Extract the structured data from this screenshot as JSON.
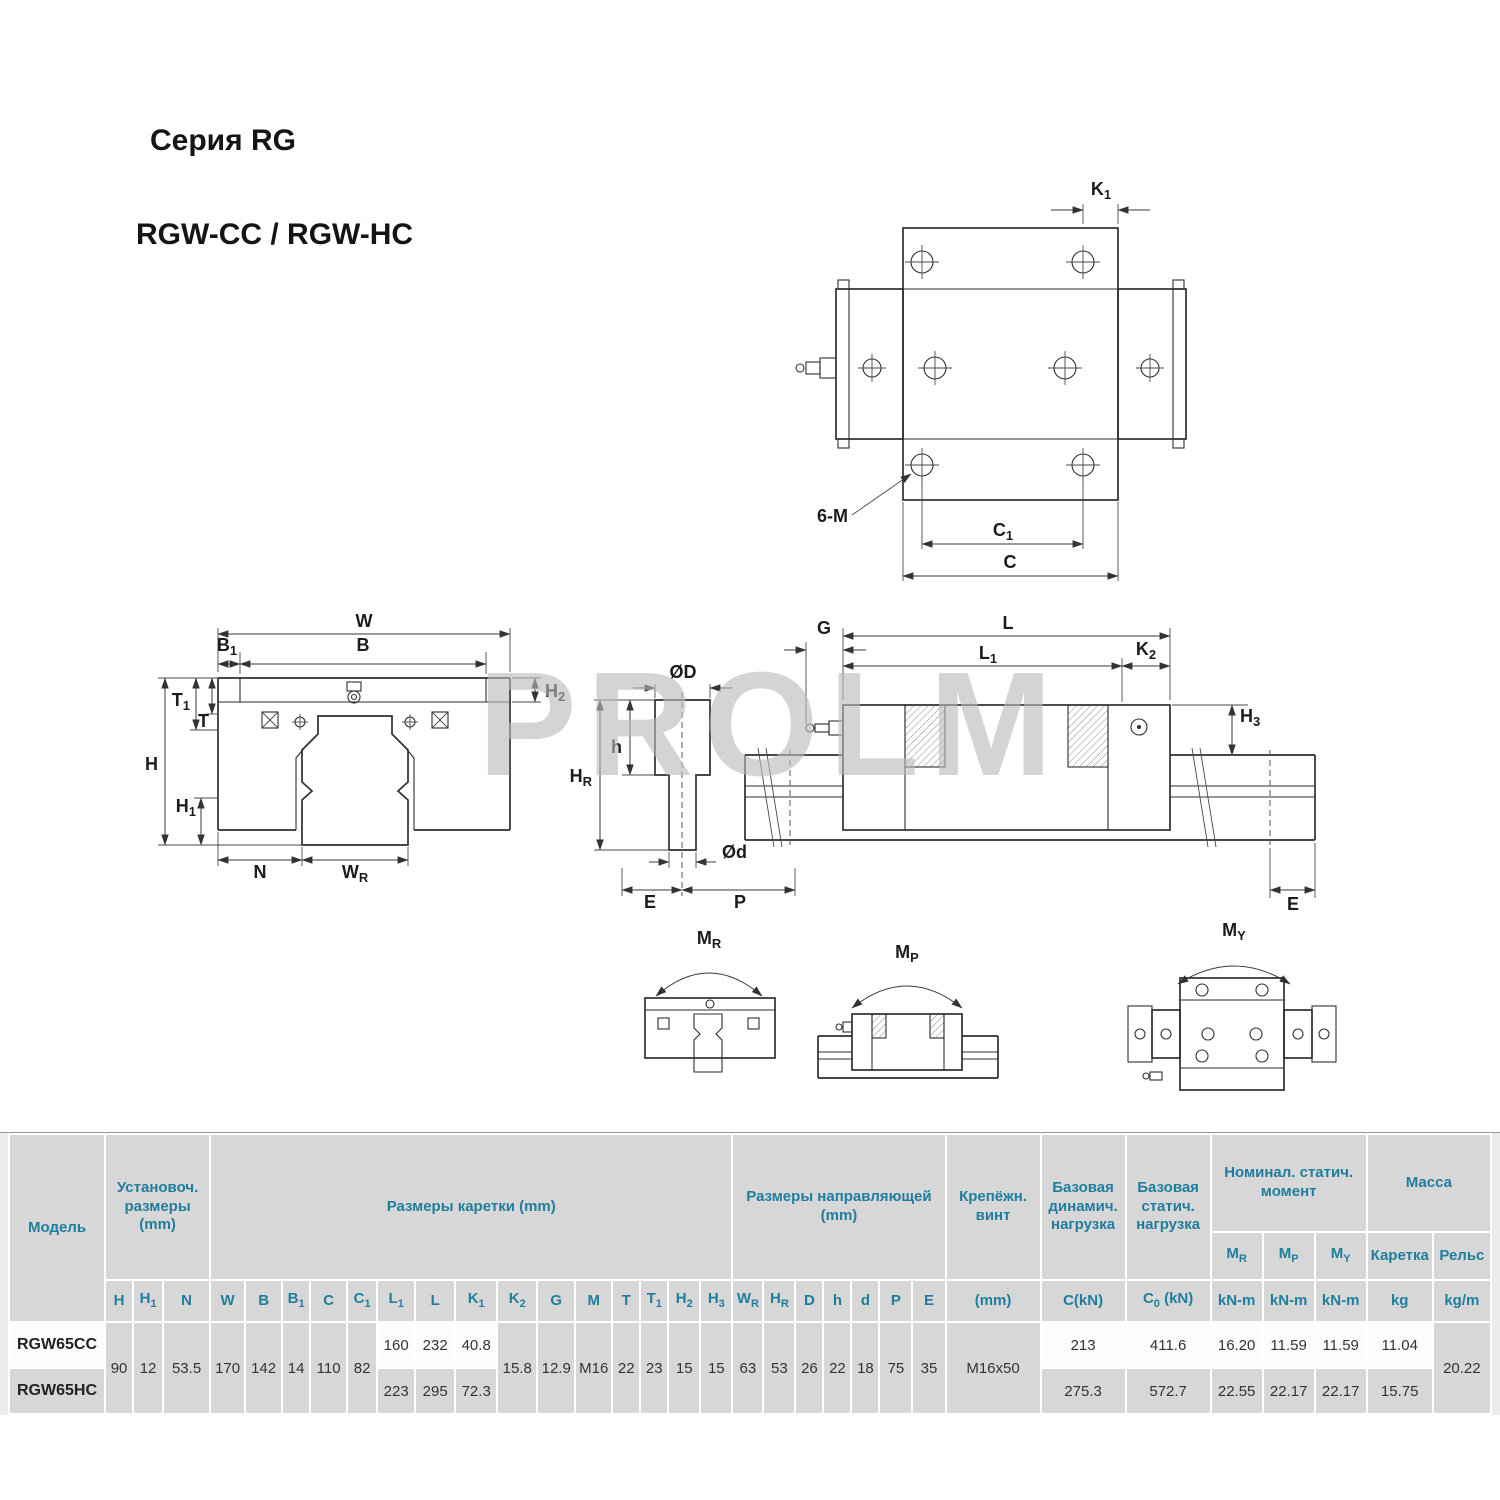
{
  "header": {
    "series_title": "Серия RG",
    "model_title": "RGW-CC / RGW-HC",
    "watermark": "PROLM"
  },
  "drawing": {
    "top": {
      "k1": "K_1",
      "m6": "6-M",
      "c1": "C_1",
      "c": "C"
    },
    "front": {
      "w": "W",
      "b1": "B_1",
      "b": "B",
      "h2": "H_2",
      "t1": "T_1",
      "t": "T",
      "h": "H",
      "h1": "H_1",
      "n": "N",
      "wr": "W_R"
    },
    "side": {
      "od": "ØD",
      "h": "h",
      "hr": "H_R",
      "odd": "Ød",
      "e": "E",
      "p": "P",
      "g": "G",
      "l": "L",
      "l1": "L_1",
      "k2": "K_2",
      "h3": "H_3",
      "e2": "E"
    },
    "moments": {
      "mr": "M_R",
      "mp": "M_P",
      "my": "M_Y"
    }
  },
  "table": {
    "model_header": "Модель",
    "model_col_width": 96,
    "groups": [
      {
        "label": "Установоч.\nразмеры\n(mm)",
        "span": 3
      },
      {
        "label": "Размеры каретки (mm)",
        "span": 15
      },
      {
        "label": "Размеры направляющей\n(mm)",
        "span": 7
      },
      {
        "label": "Крепёжн.\nвинт",
        "span": 1
      },
      {
        "label": "Базовая\nдинамич.\nнагрузка",
        "span": 1
      },
      {
        "label": "Базовая\nстатич.\nнагрузка",
        "span": 1
      },
      {
        "label": "Номинал. статич.\nмомент",
        "span": 3,
        "subs": [
          "M_R",
          "M_P",
          "M_Y"
        ]
      },
      {
        "label": "Масса",
        "span": 2,
        "subs": [
          "Каретка",
          "Рельс"
        ]
      }
    ],
    "columns": [
      {
        "head": "H",
        "merged": "90",
        "w": 28
      },
      {
        "head": "H_1",
        "merged": "12",
        "w": 30
      },
      {
        "head": "N",
        "merged": "53.5",
        "w": 47
      },
      {
        "head": "W",
        "merged": "170",
        "w": 35
      },
      {
        "head": "B",
        "merged": "142",
        "w": 37
      },
      {
        "head": "B_1",
        "merged": "14",
        "w": 28
      },
      {
        "head": "C",
        "merged": "110",
        "w": 37
      },
      {
        "head": "C_1",
        "merged": "82",
        "w": 30
      },
      {
        "head": "L_1",
        "vals": [
          "160",
          "223"
        ],
        "w": 38
      },
      {
        "head": "L",
        "vals": [
          "232",
          "295"
        ],
        "w": 40
      },
      {
        "head": "K_1",
        "vals": [
          "40.8",
          "72.3"
        ],
        "w": 42
      },
      {
        "head": "K_2",
        "merged": "15.8",
        "w": 40
      },
      {
        "head": "G",
        "merged": "12.9",
        "w": 38
      },
      {
        "head": "M",
        "merged": "M16",
        "w": 37
      },
      {
        "head": "T",
        "merged": "22",
        "w": 28
      },
      {
        "head": "T_1",
        "merged": "23",
        "w": 28
      },
      {
        "head": "H_2",
        "merged": "15",
        "w": 32
      },
      {
        "head": "H_3",
        "merged": "15",
        "w": 32
      },
      {
        "head": "W_R",
        "merged": "63",
        "w": 31
      },
      {
        "head": "H_R",
        "merged": "53",
        "w": 32
      },
      {
        "head": "D",
        "merged": "26",
        "w": 28
      },
      {
        "head": "h",
        "merged": "22",
        "w": 28
      },
      {
        "head": "d",
        "merged": "18",
        "w": 28
      },
      {
        "head": "P",
        "merged": "75",
        "w": 33
      },
      {
        "head": "E",
        "merged": "35",
        "w": 33
      },
      {
        "head": "(mm)",
        "merged": "M16x50",
        "w": 95
      },
      {
        "head": "C(kN)",
        "vals": [
          "213",
          "275.3"
        ],
        "w": 85
      },
      {
        "head": "C_0 (kN)",
        "vals": [
          "411.6",
          "572.7"
        ],
        "w": 85
      },
      {
        "head": "kN-m",
        "vals": [
          "16.20",
          "22.55"
        ],
        "w": 52
      },
      {
        "head": "kN-m",
        "vals": [
          "11.59",
          "22.17"
        ],
        "w": 52
      },
      {
        "head": "kN-m",
        "vals": [
          "11.59",
          "22.17"
        ],
        "w": 52
      },
      {
        "head": "kg",
        "vals": [
          "11.04",
          "15.75"
        ],
        "w": 66
      },
      {
        "head": "kg/m",
        "merged": "20.22",
        "w": 58
      }
    ],
    "models": [
      "RGW65CC",
      "RGW65HC"
    ]
  }
}
